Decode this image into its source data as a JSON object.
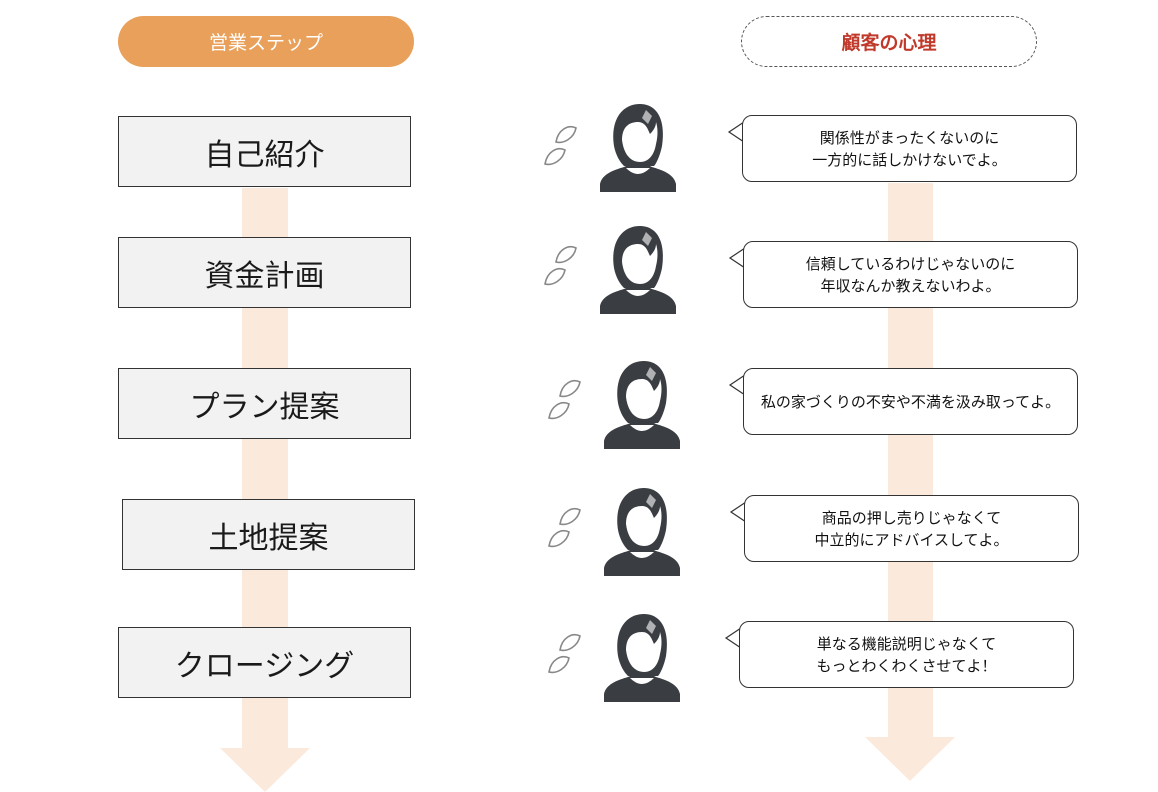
{
  "headers": {
    "sales_steps": "営業ステップ",
    "customer_psychology": "顧客の心理"
  },
  "steps": [
    {
      "label": "自己紹介"
    },
    {
      "label": "資金計画"
    },
    {
      "label": "プラン提案"
    },
    {
      "label": "土地提案"
    },
    {
      "label": "クロージング"
    }
  ],
  "thoughts": [
    {
      "text": "関係性がまったくないのに\n一方的に話しかけないでよ。"
    },
    {
      "text": "信頼しているわけじゃないのに\n年収なんか教えないわよ。"
    },
    {
      "text": "私の家づくりの不安や不満を汲み取ってよ。"
    },
    {
      "text": "商品の押し売りじゃなくて\n中立的にアドバイスしてよ。"
    },
    {
      "text": "単なる機能説明じゃなくて\nもっとわくわくさせてよ！"
    }
  ],
  "icons": {
    "person": "woman-avatar-icon",
    "sweat": "sweat-drops-icon"
  },
  "colors": {
    "header_fill": "#e9a05a",
    "header_right_text": "#c0392b",
    "arrow": "#fbe9db",
    "step_fill": "#f2f2f2",
    "avatar": "#3a3d42"
  }
}
